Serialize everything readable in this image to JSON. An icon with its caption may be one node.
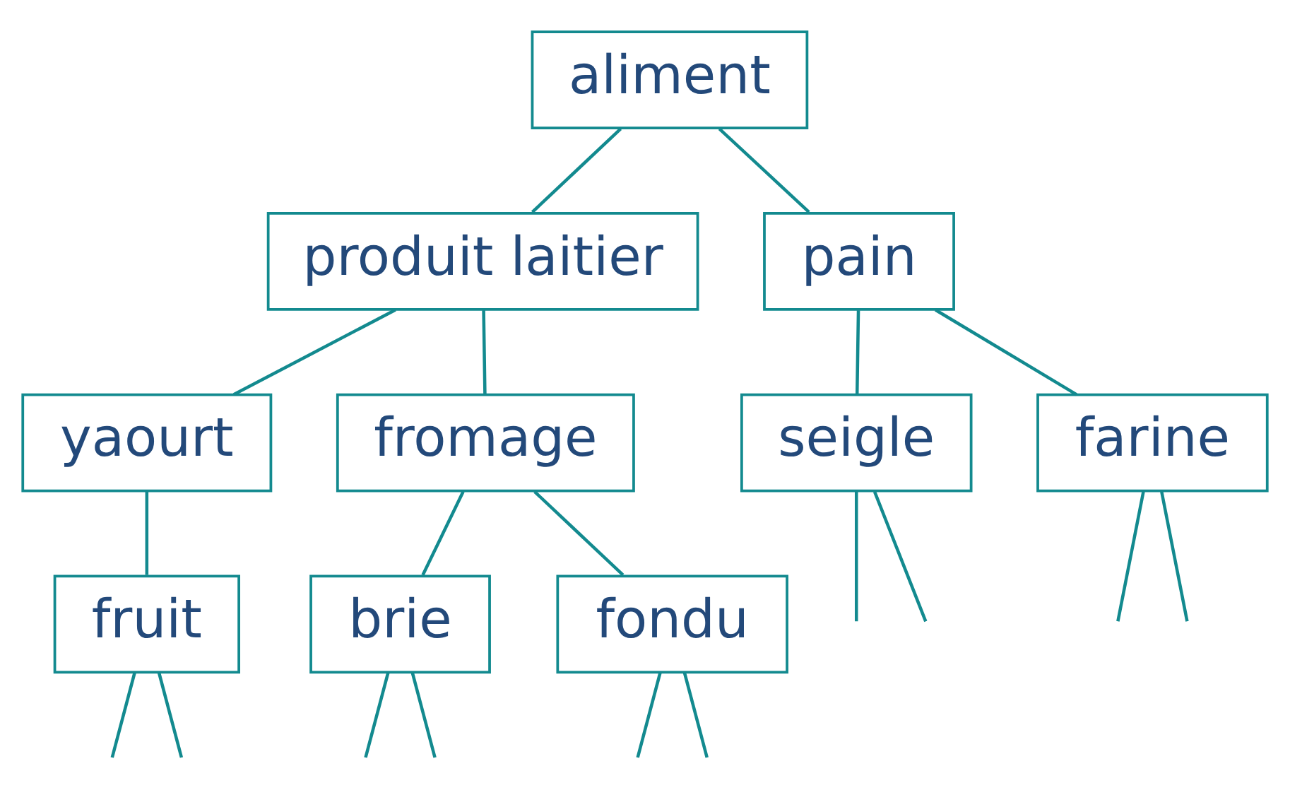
{
  "diagram": {
    "nodes": [
      {
        "text": [
          "aliment"
        ]
      },
      {
        "text": [
          "produit laitier"
        ]
      },
      {
        "text": [
          "pain"
        ]
      },
      {
        "text": [
          "yaourt"
        ]
      },
      {
        "text": [
          "fromage"
        ]
      },
      {
        "text": [
          "seigle"
        ]
      },
      {
        "text": [
          "farine"
        ]
      },
      {
        "text": [
          "fruit"
        ]
      },
      {
        "text": [
          "brie"
        ]
      },
      {
        "text": [
          "fondu"
        ]
      }
    ],
    "edges": [
      {
        "from": 0,
        "to": 1,
        "arrow": "none"
      },
      {
        "from": 0,
        "to": 2,
        "arrow": "none"
      },
      {
        "from": 1,
        "to": 3,
        "arrow": "none"
      },
      {
        "from": 1,
        "to": 4,
        "arrow": "none"
      },
      {
        "from": 2,
        "to": 5,
        "arrow": "none"
      },
      {
        "from": 2,
        "to": 6,
        "arrow": "none"
      },
      {
        "from": 3,
        "to": 7,
        "arrow": "none"
      },
      {
        "from": 4,
        "to": 8,
        "arrow": "none"
      },
      {
        "from": 4,
        "to": 9,
        "arrow": "none"
      },
      {
        "from": 5,
        "to": null,
        "arrow": "none"
      },
      {
        "from": 5,
        "to": null,
        "arrow": "none"
      },
      {
        "from": 6,
        "to": null,
        "arrow": "none"
      },
      {
        "from": 6,
        "to": null,
        "arrow": "none"
      },
      {
        "from": 7,
        "to": null,
        "arrow": "none"
      },
      {
        "from": 7,
        "to": null,
        "arrow": "none"
      },
      {
        "from": 8,
        "to": null,
        "arrow": "none"
      },
      {
        "from": 8,
        "to": null,
        "arrow": "none"
      },
      {
        "from": 9,
        "to": null,
        "arrow": "none"
      },
      {
        "from": 9,
        "to": null,
        "arrow": "none"
      }
    ]
  }
}
